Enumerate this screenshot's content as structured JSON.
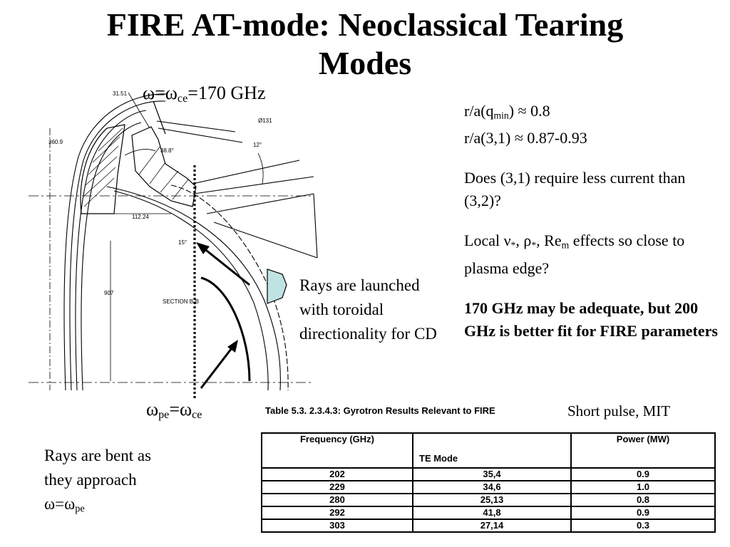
{
  "slide": {
    "title_line1": "FIRE AT-mode:  Neoclassical Tearing",
    "title_line2": "Modes"
  },
  "diagram": {
    "freq_label": {
      "omega": "ω",
      "eq": "=",
      "omega_ce": "ω",
      "sub_ce": "ce",
      "value": "=170 GHz"
    },
    "pe_label": {
      "omega": "ω",
      "sub_pe": "pe",
      "eq": "=",
      "omega2": "ω",
      "sub_ce": "ce"
    },
    "dimensions": {
      "d1": "31.51",
      "d2": "360.9",
      "d3": "Ø131",
      "d4": "38.8°",
      "d5": "12°",
      "d6": "112.24",
      "d7": "15°",
      "d8": "907",
      "section": "SECTION B-B"
    },
    "rays_launched": "Rays are launched with toroidal directionality for CD"
  },
  "bent_note": {
    "line1": "Rays are bent as",
    "line2": "they approach",
    "omega": "ω",
    "eq": "=",
    "omega2": "ω",
    "sub": "pe"
  },
  "notes": {
    "q_min_pre": "r/a(q",
    "q_min_sub": "min",
    "q_min_post": ") ≈ 0.8",
    "r31": "r/a(3,1) ≈ 0.87-0.93",
    "question1": "Does (3,1) require less current than (3,2)?",
    "local_pre": "Local ν",
    "local_sub1": "*",
    "local_mid": ", ρ",
    "local_sub2": "*",
    "local_mid2": ", Re",
    "local_sub3": "m",
    "local_post": " effects so close to plasma edge?",
    "conclusion": "170 GHz may be adequate, but 200 GHz is better fit for FIRE parameters"
  },
  "table": {
    "caption": "Table 5.3. 2.3.4.3: Gyrotron Results Relevant to FIRE",
    "side_note": "Short pulse, MIT",
    "headers": [
      "Frequency (GHz)",
      "TE Mode",
      "Power (MW)"
    ],
    "rows": [
      [
        "202",
        "35,4",
        "0.9"
      ],
      [
        "229",
        "34,6",
        "1.0"
      ],
      [
        "280",
        "25,13",
        "0.8"
      ],
      [
        "292",
        "41,8",
        "0.9"
      ],
      [
        "303",
        "27,14",
        "0.3"
      ]
    ]
  },
  "colors": {
    "launcher_fill": "#bfe3e3",
    "text": "#000000"
  }
}
